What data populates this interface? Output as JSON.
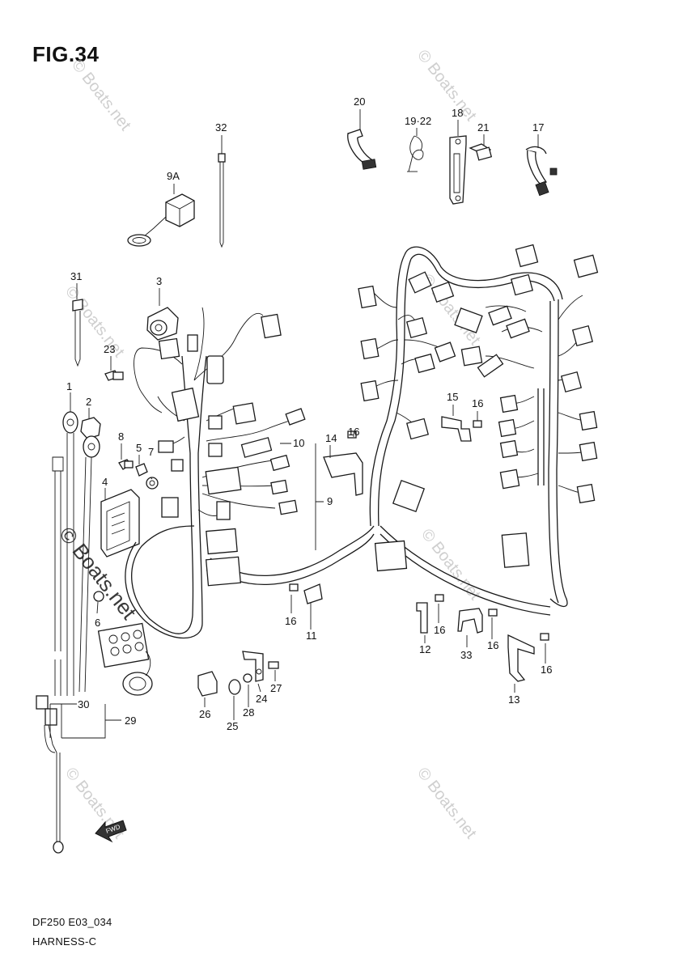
{
  "figure": {
    "title": "FIG.34",
    "model_code": "DF250 E03_034",
    "assembly_name": "HARNESS-C"
  },
  "watermark": {
    "text": "© Boats.net",
    "color": "#c8c8c8"
  },
  "callouts": [
    "1",
    "2",
    "3",
    "4",
    "5",
    "6",
    "7",
    "8",
    "9",
    "9A",
    "10",
    "11",
    "12",
    "13",
    "14",
    "15",
    "16",
    "17",
    "18",
    "19·22",
    "20",
    "21",
    "23",
    "24",
    "25",
    "26",
    "27",
    "28",
    "29",
    "30",
    "31",
    "32",
    "33"
  ],
  "icons": {
    "fwd_arrow": "fwd-arrow-icon"
  },
  "fwd_label": "FWD"
}
